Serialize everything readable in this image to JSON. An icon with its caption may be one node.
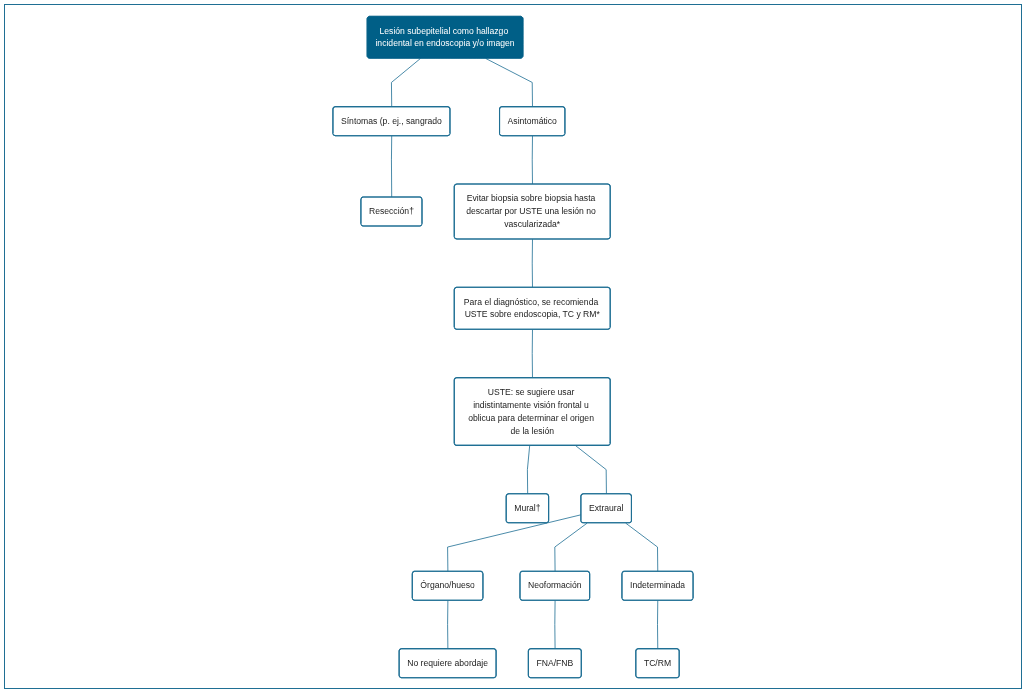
{
  "diagram": {
    "nodes": [
      {
        "text": [
          "Lesión subepitelial como hallazgo incidental en endoscopia y/o imagen"
        ]
      },
      {
        "text": [
          "Asintomático"
        ]
      },
      {
        "text": [
          "Síntomas (p. ej., sangrado"
        ]
      },
      {
        "text": [
          "Resección†"
        ]
      },
      {
        "text": [
          "Evitar biopsia sobre biopsia hasta descartar por USTE una lesión no vascularizada*"
        ]
      },
      {
        "text": [
          "Para el diagnóstico, se recomienda USTE sobre endoscopia, TC y RM*"
        ]
      },
      {
        "text": [
          "USTE: se sugiere usar indistintamente visión frontal u oblicua para determinar el origen de la lesión"
        ]
      },
      {
        "text": [
          "Mural†"
        ]
      },
      {
        "text": [
          "Extraural"
        ]
      },
      {
        "text": [
          "Órgano/hueso"
        ]
      },
      {
        "text": [
          "No requiere abordaje"
        ]
      },
      {
        "text": [
          "Neoformación"
        ]
      },
      {
        "text": [
          "FNA/FNB"
        ]
      },
      {
        "text": [
          "Indeterminada"
        ]
      },
      {
        "text": [
          "TC/RM"
        ]
      }
    ],
    "edges": [
      {
        "from": 0,
        "to": 1,
        "arrow": "none"
      },
      {
        "from": 0,
        "to": 2,
        "arrow": "none"
      },
      {
        "from": 2,
        "to": 3,
        "arrow": "none"
      },
      {
        "from": 1,
        "to": 4,
        "arrow": "none"
      },
      {
        "from": 4,
        "to": 5,
        "arrow": "none"
      },
      {
        "from": 5,
        "to": 6,
        "arrow": "none"
      },
      {
        "from": 6,
        "to": 7,
        "arrow": "none"
      },
      {
        "from": 6,
        "to": 8,
        "arrow": "none"
      },
      {
        "from": 8,
        "to": 9,
        "arrow": "none"
      },
      {
        "from": 8,
        "to": 11,
        "arrow": "none"
      },
      {
        "from": 8,
        "to": 13,
        "arrow": "none"
      },
      {
        "from": 9,
        "to": 10,
        "arrow": "none"
      },
      {
        "from": 11,
        "to": 12,
        "arrow": "none"
      },
      {
        "from": 13,
        "to": 14,
        "arrow": "none"
      }
    ]
  }
}
